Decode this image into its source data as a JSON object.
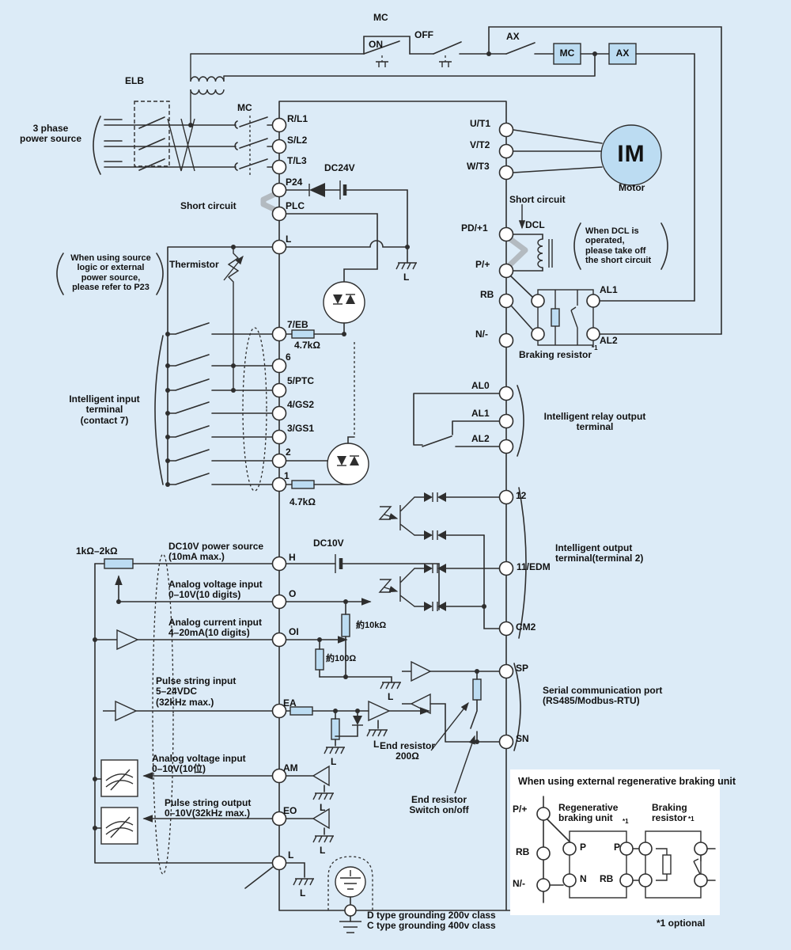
{
  "colors": {
    "background": "#dcebf7",
    "wire": "#2e2e2e",
    "component_fill": "#bcdcf2",
    "jumper_gray": "#b3bac0",
    "panel": "#ffffff"
  },
  "control_circuit": {
    "mc_contact": "MC",
    "on": "ON",
    "off": "OFF",
    "ax_contact": "AX",
    "mc_coil": "MC",
    "ax_coil": "AX"
  },
  "input_power": {
    "source": "3 phase\npower source",
    "breaker": "ELB",
    "contactor": "MC"
  },
  "main_terminals": {
    "left": [
      "R/L1",
      "S/L2",
      "T/L3"
    ],
    "right": [
      "U/T1",
      "V/T2",
      "W/T3"
    ],
    "motor_symbol": "IM",
    "motor_label": "Motor"
  },
  "dc_section": {
    "p24": "P24",
    "plc": "PLC",
    "l": "L",
    "supply": "DC24V",
    "short_circuit": "Short circuit"
  },
  "notes": {
    "source_logic": "When using source\nlogic or external\npower source,\nplease refer to P23",
    "dcl": "When DCL is\noperated,\nplease take off\nthe short circuit"
  },
  "thermistor": "Thermistor",
  "input_terminals": {
    "labels": [
      "7/EB",
      "6",
      "5/PTC",
      "4/GS2",
      "3/GS1",
      "2",
      "1"
    ],
    "resistor_top": "4.7kΩ",
    "resistor_bottom": "4.7kΩ",
    "group": "Intelligent input\nterminal\n(contact 7)"
  },
  "dc_bus": {
    "pd1": "PD/+1",
    "p": "P/+",
    "rb": "RB",
    "n": "N/-",
    "dcl": "DCL",
    "short_circuit": "Short circuit",
    "braking_resistor": "Braking resistor",
    "al1": "AL1",
    "al2": "AL2"
  },
  "relay_output": {
    "terminals": [
      "AL0",
      "AL1",
      "AL2"
    ],
    "label": "Intelligent relay output\nterminal"
  },
  "intelligent_output": {
    "terminals": [
      "12",
      "11/EDM",
      "CM2"
    ],
    "label": "Intelligent  output\nterminal(terminal 2)"
  },
  "analog_io": {
    "pot": "1kΩ–2kΩ",
    "battery": "DC10V",
    "r_10k": "約10kΩ",
    "r_100": "約100Ω",
    "rows": [
      {
        "desc": "DC10V power source\n(10mA max.)",
        "terminal": "H"
      },
      {
        "desc": "Analog voltage input\n0–10V(10 digits)",
        "terminal": "O"
      },
      {
        "desc": "Analog current input\n4–20mA(10 digits)",
        "terminal": "OI"
      },
      {
        "desc": "Pulse string input\n5–24VDC\n(32kHz max.)",
        "terminal": "EA"
      },
      {
        "desc": "Analog voltage input\n0–10V(10位)",
        "terminal": "AM"
      },
      {
        "desc": "Pulse string output\n0–10V(32kHz max.)",
        "terminal": "EO"
      }
    ],
    "l_terminal": "L"
  },
  "serial": {
    "sp": "SP",
    "sn": "SN",
    "label": "Serial communication port\n(RS485/Modbus-RTU)",
    "end_resistor": "End resistor\n200Ω",
    "end_switch": "End resistor\nSwitch on/off"
  },
  "ground_label": "L",
  "grounding": "D type grounding 200v class\nC type grounding 400v class",
  "regen_panel": {
    "title": "When using external regenerative braking unit",
    "p": "P/+",
    "rb": "RB",
    "n": "N/-",
    "unit": "Regenerative\nbraking unit",
    "resistor": "Braking\nresistor",
    "in_p1": "P",
    "in_p2": "P",
    "in_n": "N",
    "in_rb": "RB",
    "optional": "*1 optional"
  },
  "footnote_mark": "*1"
}
